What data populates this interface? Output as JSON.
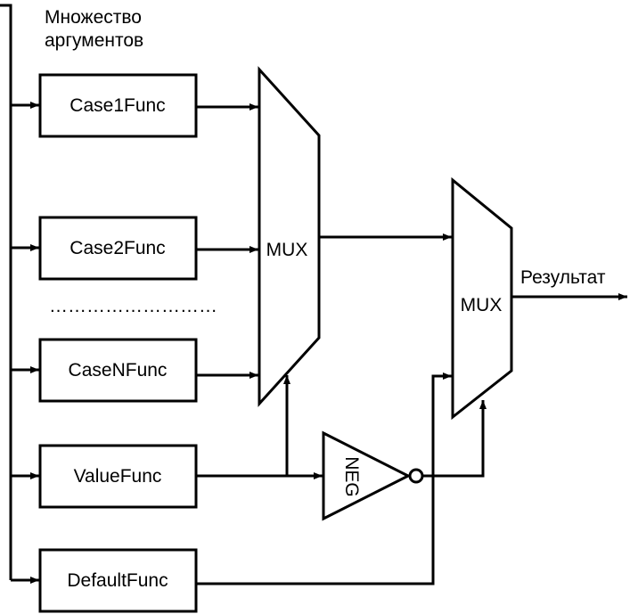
{
  "input_label_line1": "Множество",
  "input_label_line2": "аргументов",
  "blocks": {
    "case1": "Case1Func",
    "case2": "Case2Func",
    "ellipsis": "………………………",
    "caseN": "CaseNFunc",
    "value": "ValueFunc",
    "default": "DefaultFunc"
  },
  "mux1_label": "MUX",
  "mux2_label": "MUX",
  "neg_label": "NEG",
  "output_label": "Результат"
}
